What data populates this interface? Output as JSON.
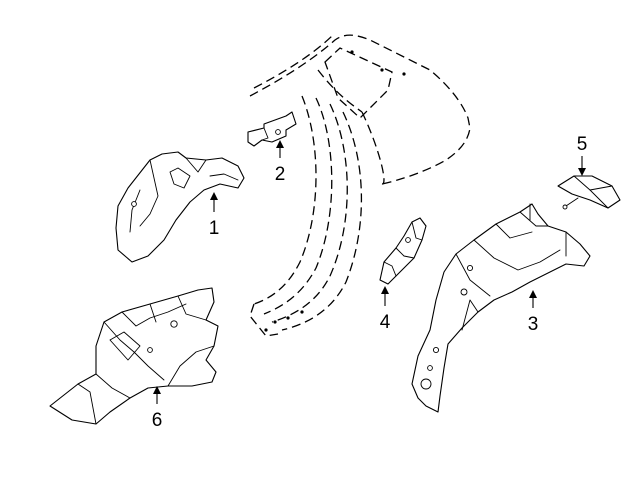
{
  "diagram": {
    "background_color": "#ffffff",
    "line_color": "#000000",
    "callouts": [
      {
        "id": "1",
        "label": "1"
      },
      {
        "id": "2",
        "label": "2"
      },
      {
        "id": "3",
        "label": "3"
      },
      {
        "id": "4",
        "label": "4"
      },
      {
        "id": "5",
        "label": "5"
      },
      {
        "id": "6",
        "label": "6"
      }
    ]
  }
}
